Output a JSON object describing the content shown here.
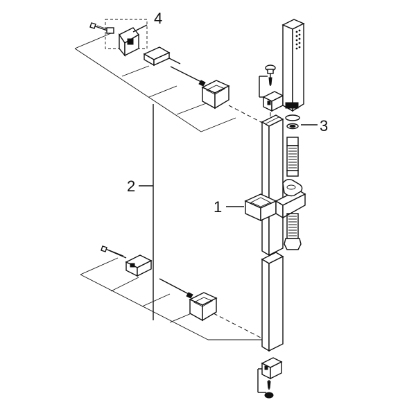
{
  "callouts": {
    "c1": "1",
    "c2": "2",
    "c3": "3",
    "c4": "4"
  },
  "colors": {
    "stroke": "#111111",
    "background": "#ffffff"
  }
}
